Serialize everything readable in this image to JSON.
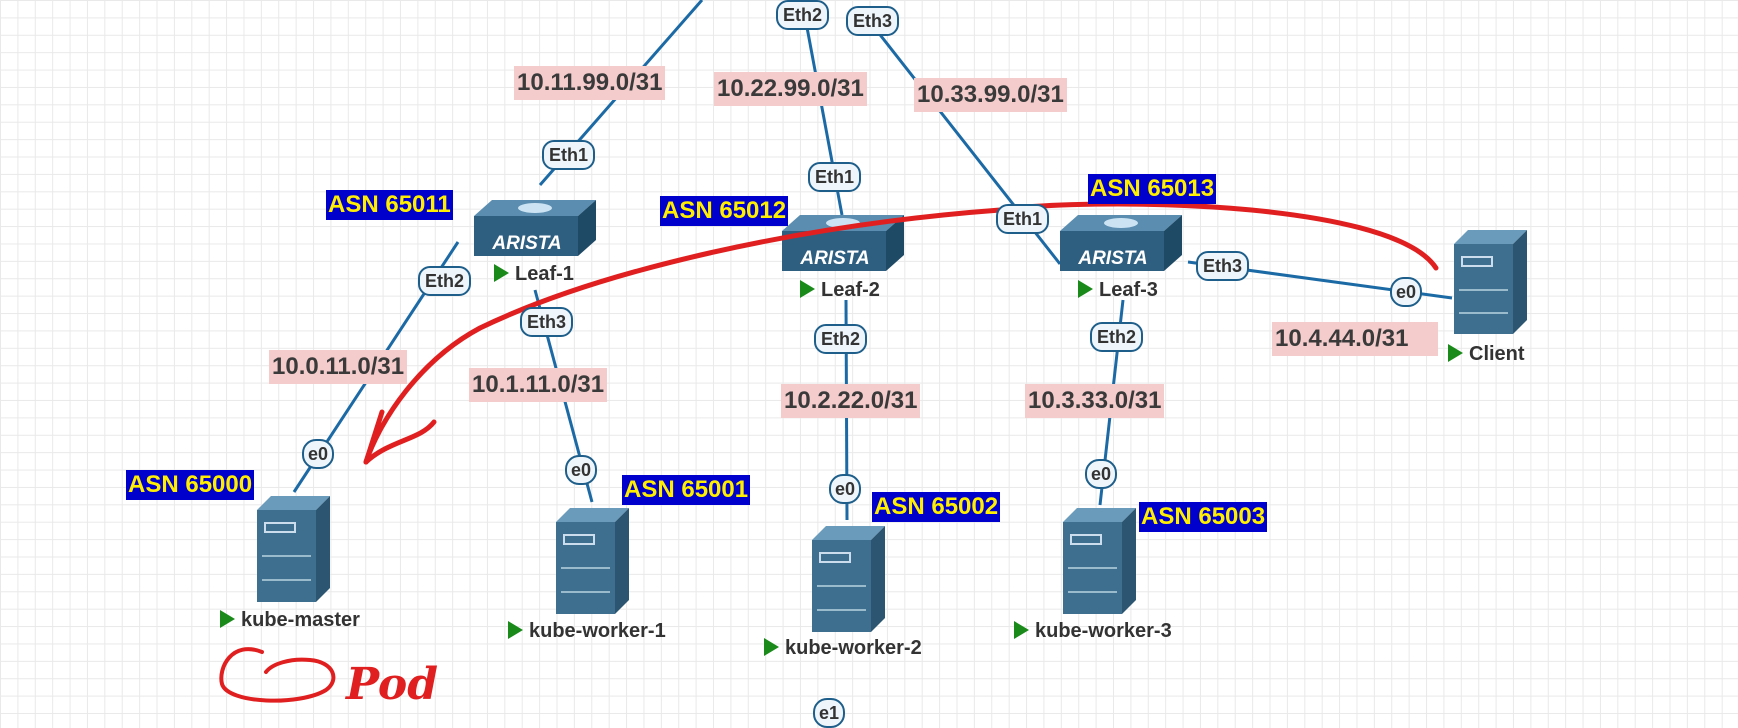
{
  "colors": {
    "link": "#1c6aa5",
    "net_label_bg": "#f4cccc",
    "asn_bg": "#0000cc",
    "asn_text": "#ffee00",
    "annotation": "#e02020",
    "device": "#3f6f8f",
    "play": "#1a8a1a"
  },
  "networks": {
    "n1199": "10.11.99.0/31",
    "n2299": "10.22.99.0/31",
    "n3399": "10.33.99.0/31",
    "n011": "10.0.11.0/31",
    "n111": "10.1.11.0/31",
    "n222": "10.2.22.0/31",
    "n333": "10.3.33.0/31",
    "n444": "10.4.44.0/31"
  },
  "asn": {
    "leaf1": "ASN 65011",
    "leaf2": "ASN 65012",
    "leaf3": "ASN 65013",
    "master": "ASN 65000",
    "worker1": "ASN 65001",
    "worker2": "ASN 65002",
    "worker3": "ASN 65003"
  },
  "interfaces": {
    "spine_eth2": "Eth2",
    "spine_eth3": "Eth3",
    "leaf1_eth1": "Eth1",
    "leaf1_eth2": "Eth2",
    "leaf1_eth3": "Eth3",
    "leaf2_eth1": "Eth1",
    "leaf2_eth2": "Eth2",
    "leaf3_eth1": "Eth1",
    "leaf3_eth2": "Eth2",
    "leaf3_eth3": "Eth3",
    "master_e0": "e0",
    "worker1_e0": "e0",
    "worker2_e0": "e0",
    "worker3_e0": "e0",
    "client_e0": "e0",
    "bottom_e1": "e1"
  },
  "nodes": {
    "leaf1": "Leaf-1",
    "leaf2": "Leaf-2",
    "leaf3": "Leaf-3",
    "master": "kube-master",
    "worker1": "kube-worker-1",
    "worker2": "kube-worker-2",
    "worker3": "kube-worker-3",
    "client": "Client"
  },
  "switch_brand": "ARISTA",
  "annotation_text": "Pod"
}
